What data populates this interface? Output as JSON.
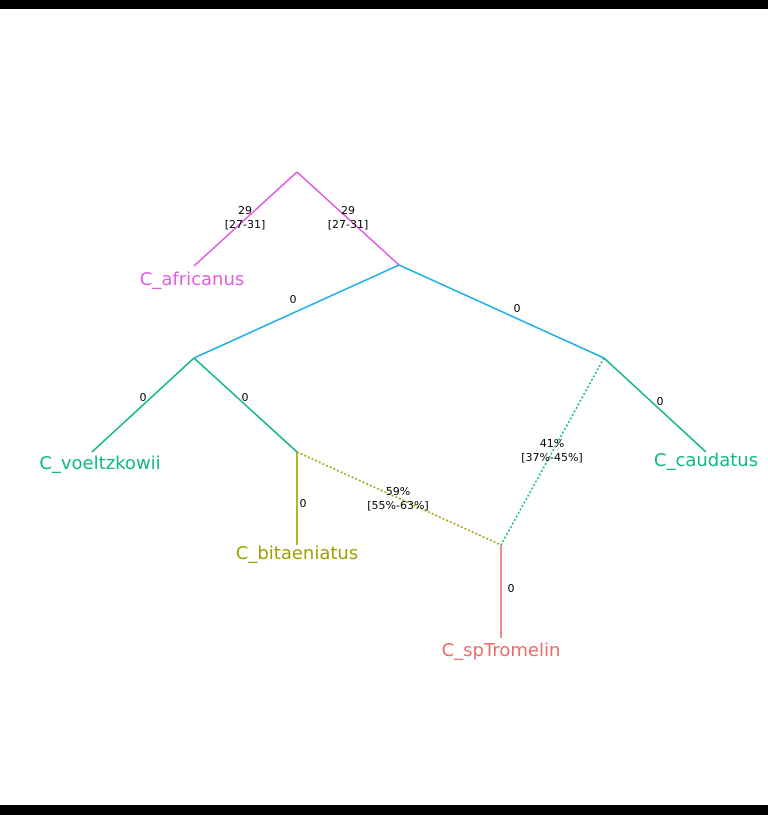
{
  "colors": {
    "root": "#e05ee0",
    "internal": "#1aaee8",
    "tip_green": "#10b884",
    "bitaeniatus": "#a0a000",
    "spTromelin": "#f06a6a",
    "background": "#ffffff",
    "frame": "#000000"
  },
  "tips": {
    "africanus": "C_africanus",
    "voeltzkowii": "C_voeltzkowii",
    "bitaeniatus": "C_bitaeniatus",
    "caudatus": "C_caudatus",
    "spTromelin": "C_spTromelin"
  },
  "branch_labels": {
    "root_left_value": "29",
    "root_left_range": "[27-31]",
    "root_right_value": "29",
    "root_right_range": "[27-31]",
    "n1_left": "0",
    "n1_right": "0",
    "voeltzkowii": "0",
    "n3_right": "0",
    "bitaeniatus": "0",
    "caudatus": "0",
    "spTromelin": "0"
  },
  "hybrid_edges": {
    "from_bitaeniatus_pct": "59%",
    "from_bitaeniatus_range": "[55%-63%]",
    "from_caudatus_pct": "41%",
    "from_caudatus_range": "[37%-45%]"
  }
}
